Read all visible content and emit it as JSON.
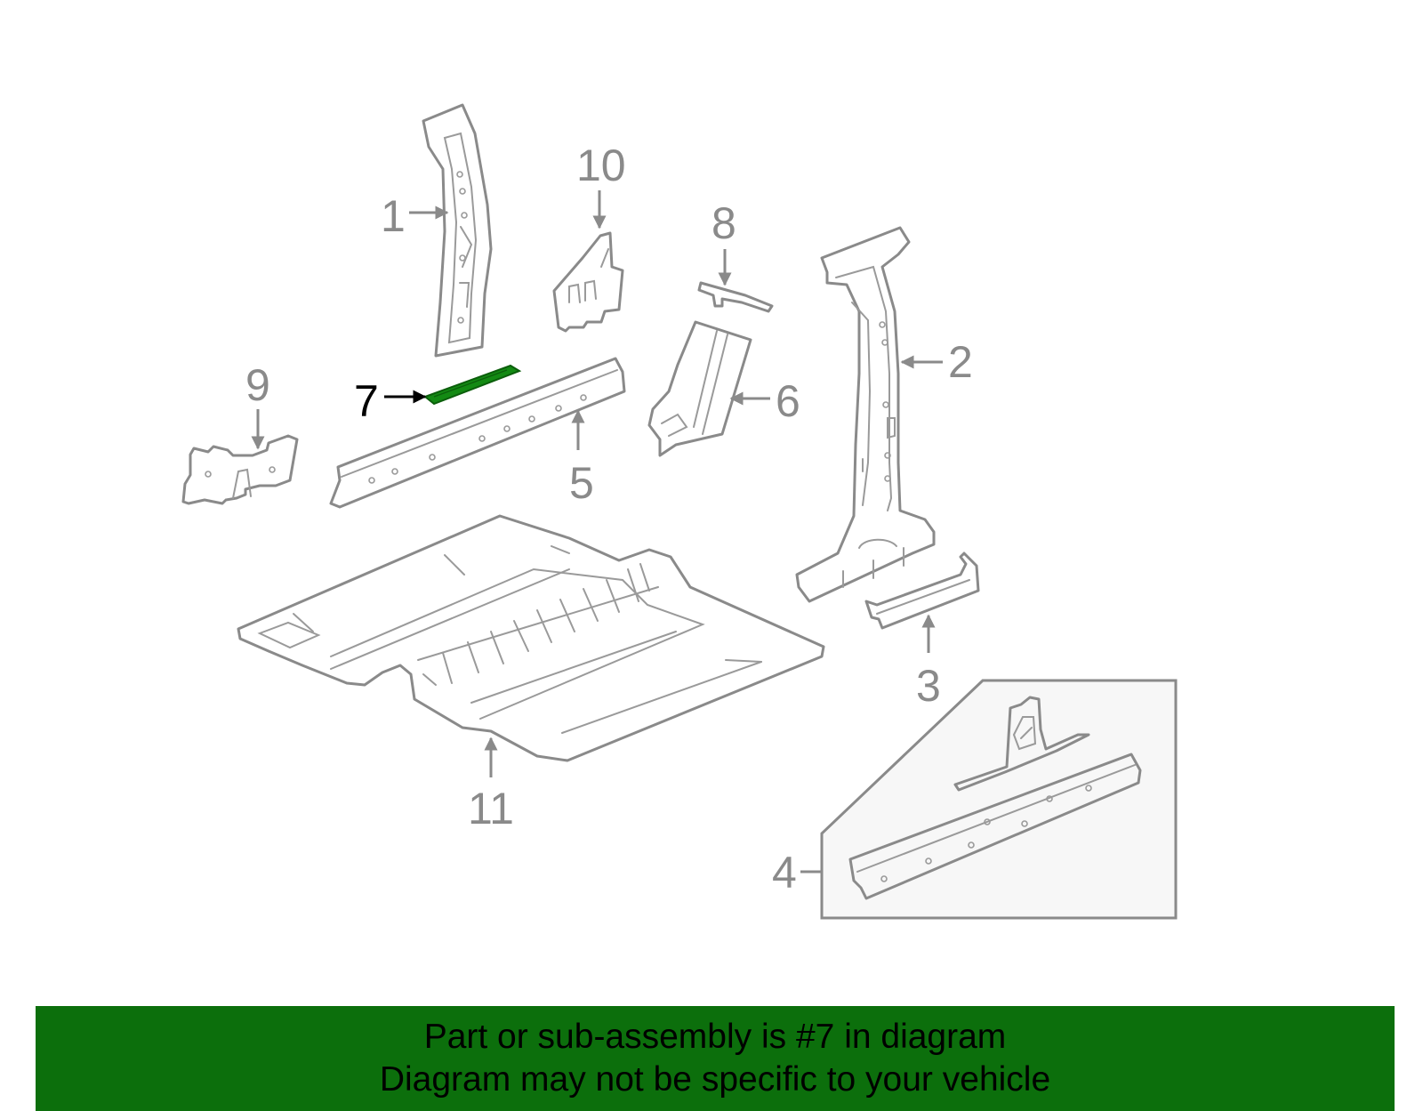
{
  "colors": {
    "part_stroke": "#8a8a8a",
    "highlight_fill": "#138a13",
    "highlight_text": "#000000",
    "banner_bg": "#0c6f0c",
    "inset_bg": "#f7f7f7"
  },
  "callouts": {
    "c1": "1",
    "c2": "2",
    "c3": "3",
    "c4": "4",
    "c5": "5",
    "c6": "6",
    "c7": "7",
    "c8": "8",
    "c9": "9",
    "c10": "10",
    "c11": "11"
  },
  "highlighted_part": "7",
  "banner": {
    "line1": "Part or sub-assembly is #7 in diagram",
    "line2": "Diagram may not be specific to your vehicle"
  }
}
